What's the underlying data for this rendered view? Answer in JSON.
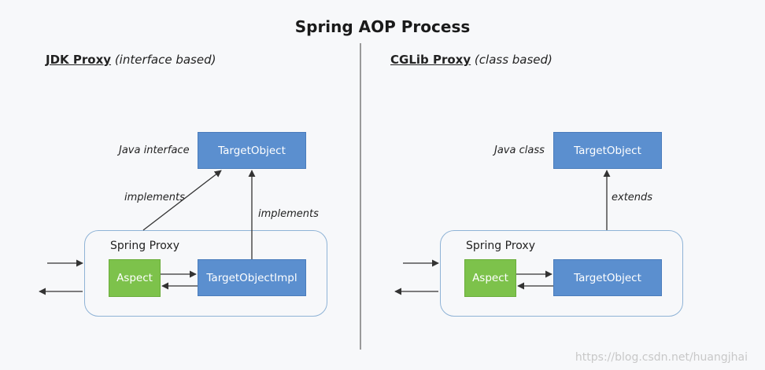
{
  "title": "Spring AOP Process",
  "left": {
    "heading_strong": "JDK Proxy",
    "heading_sub": "(interface based)",
    "interface_label": "Java interface",
    "target": "TargetObject",
    "implements_left": "implements",
    "implements_right": "implements",
    "group_label": "Spring Proxy",
    "aspect": "Aspect",
    "impl": "TargetObjectImpl"
  },
  "right": {
    "heading_strong": "CGLib Proxy",
    "heading_sub": "(class based)",
    "class_label": "Java class",
    "target": "TargetObject",
    "extends": "extends",
    "group_label": "Spring Proxy",
    "aspect": "Aspect",
    "inner_target": "TargetObject"
  },
  "watermark": "https://blog.csdn.net/huangjhai"
}
